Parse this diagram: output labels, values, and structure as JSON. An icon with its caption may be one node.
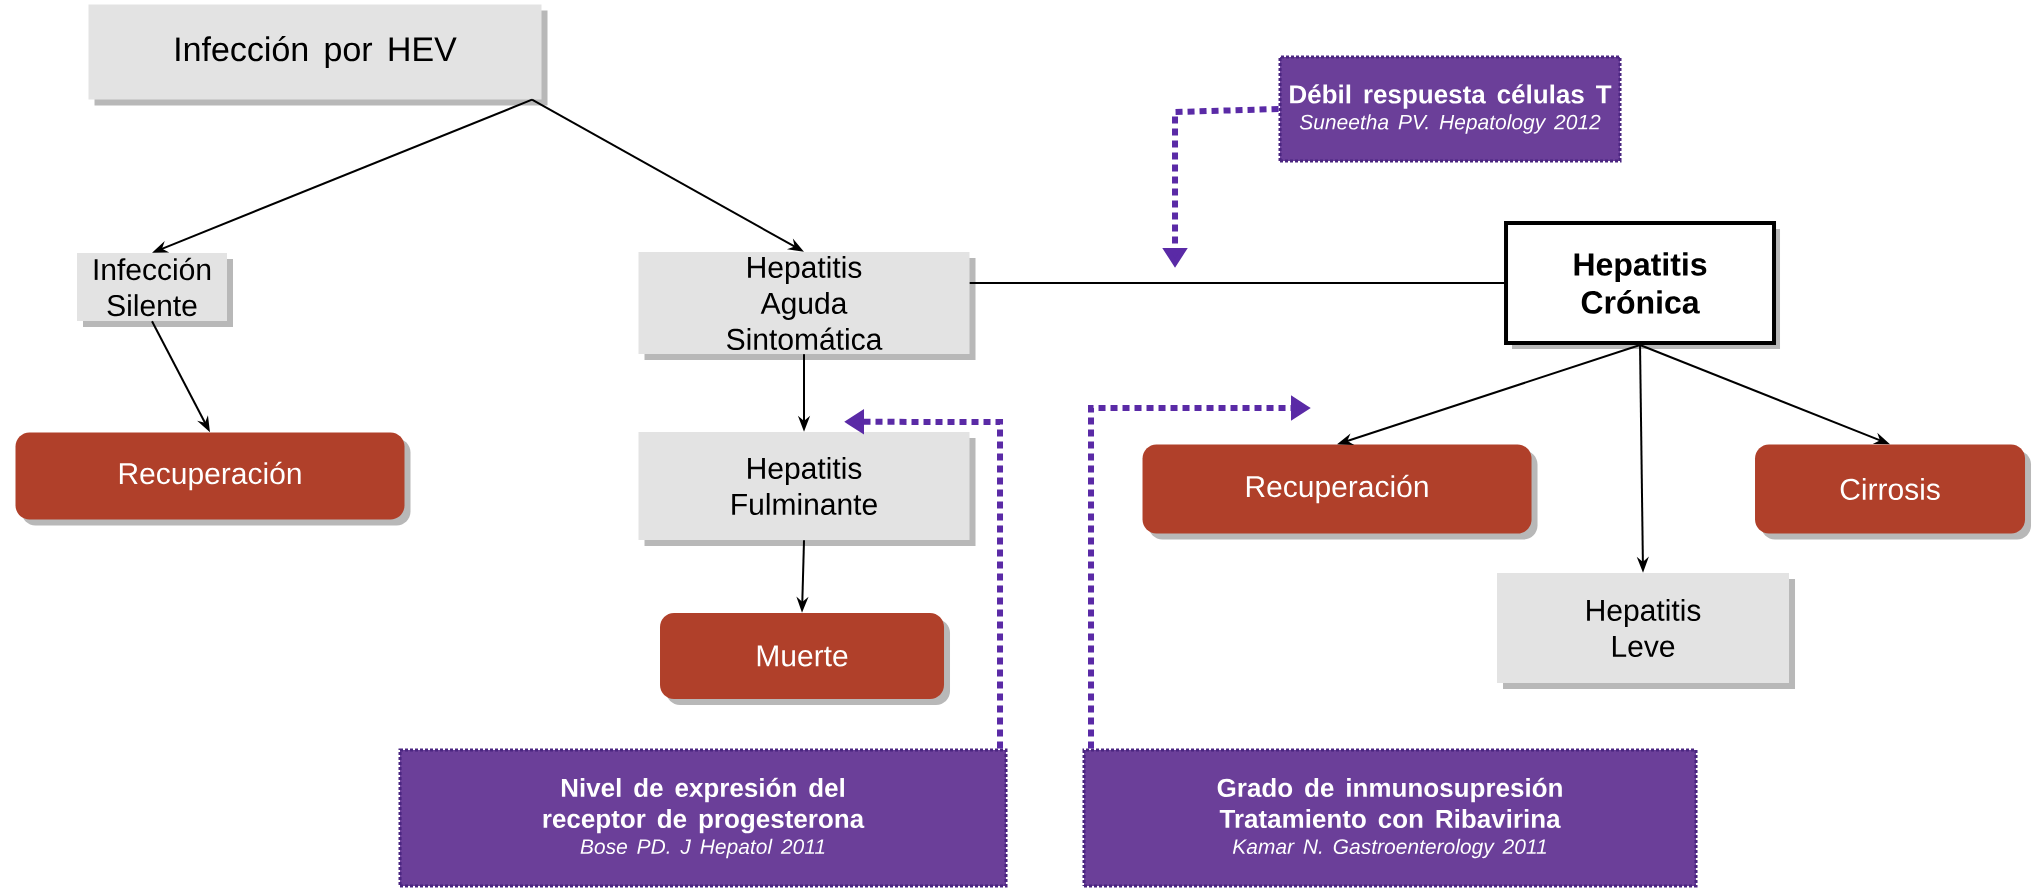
{
  "diagram": {
    "nodes": [
      {
        "text": [
          "Infección por HEV"
        ]
      },
      {
        "text": [
          "Infección Silente"
        ]
      },
      {
        "text": [
          "Hepatitis Aguda Sintomática"
        ]
      },
      {
        "text": [
          "Hepatitis Crónica"
        ]
      },
      {
        "text": [
          "Débil respuesta células T",
          "Suneetha PV. Hepatology 2012"
        ]
      },
      {
        "text": [
          "Recuperación"
        ]
      },
      {
        "text": [
          "Hepatitis Fulminante"
        ]
      },
      {
        "text": [
          "Muerte"
        ]
      },
      {
        "text": [
          "Recuperación"
        ]
      },
      {
        "text": [
          "Cirrosis"
        ]
      },
      {
        "text": [
          "Hepatitis Leve"
        ]
      },
      {
        "text": [
          "Nivel de expresión del receptor de progesterona",
          "Bose PD. J Hepatol 2011"
        ]
      },
      {
        "text": [
          "Grado de inmunosupresión Tratamiento con Ribavirina",
          "Kamar N. Gastroenterology 2011"
        ]
      }
    ],
    "edges": [
      {
        "from": 0,
        "to": 1,
        "arrow": "to"
      },
      {
        "from": 0,
        "to": 2,
        "arrow": "to"
      },
      {
        "from": 1,
        "to": 5,
        "arrow": "to"
      },
      {
        "from": 2,
        "to": 6,
        "arrow": "to"
      },
      {
        "from": 6,
        "to": 7,
        "arrow": "to"
      },
      {
        "from": 2,
        "to": 3,
        "arrow": "none"
      },
      {
        "from": 3,
        "to": 8,
        "arrow": "to"
      },
      {
        "from": 3,
        "to": 10,
        "arrow": "to"
      },
      {
        "from": 3,
        "to": 9,
        "arrow": "to"
      },
      {
        "from": 4,
        "to": null,
        "arrow": "to",
        "style": "dashed",
        "color": "#5a2aa6"
      },
      {
        "from": 11,
        "to": 6,
        "arrow": "to",
        "style": "dashed",
        "color": "#5a2aa6"
      },
      {
        "from": 12,
        "to": null,
        "arrow": "to",
        "style": "dashed",
        "color": "#5a2aa6"
      }
    ]
  }
}
